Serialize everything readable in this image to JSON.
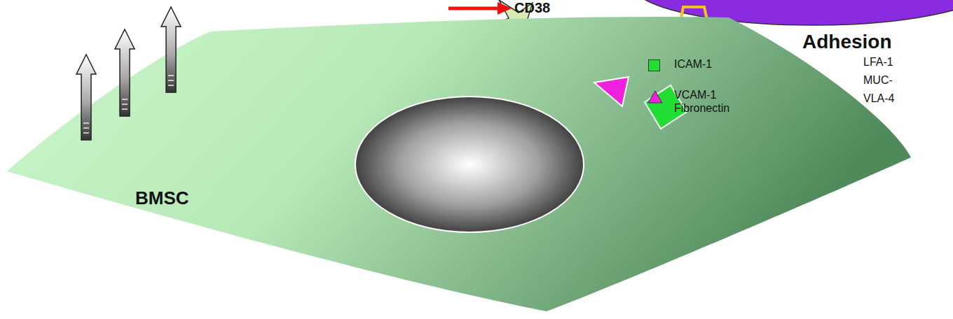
{
  "diagram": {
    "nodes": [
      {
        "text": [
          "BMSC"
        ]
      }
    ],
    "labels": [
      "CD38",
      "Adhesion",
      "LFA-1",
      "MUC-",
      "VLA-4"
    ],
    "legend": [
      {
        "text": "ICAM-1",
        "color": "#22dd33"
      },
      {
        "text": "VCAM-1 Fibronectin"
      }
    ]
  }
}
